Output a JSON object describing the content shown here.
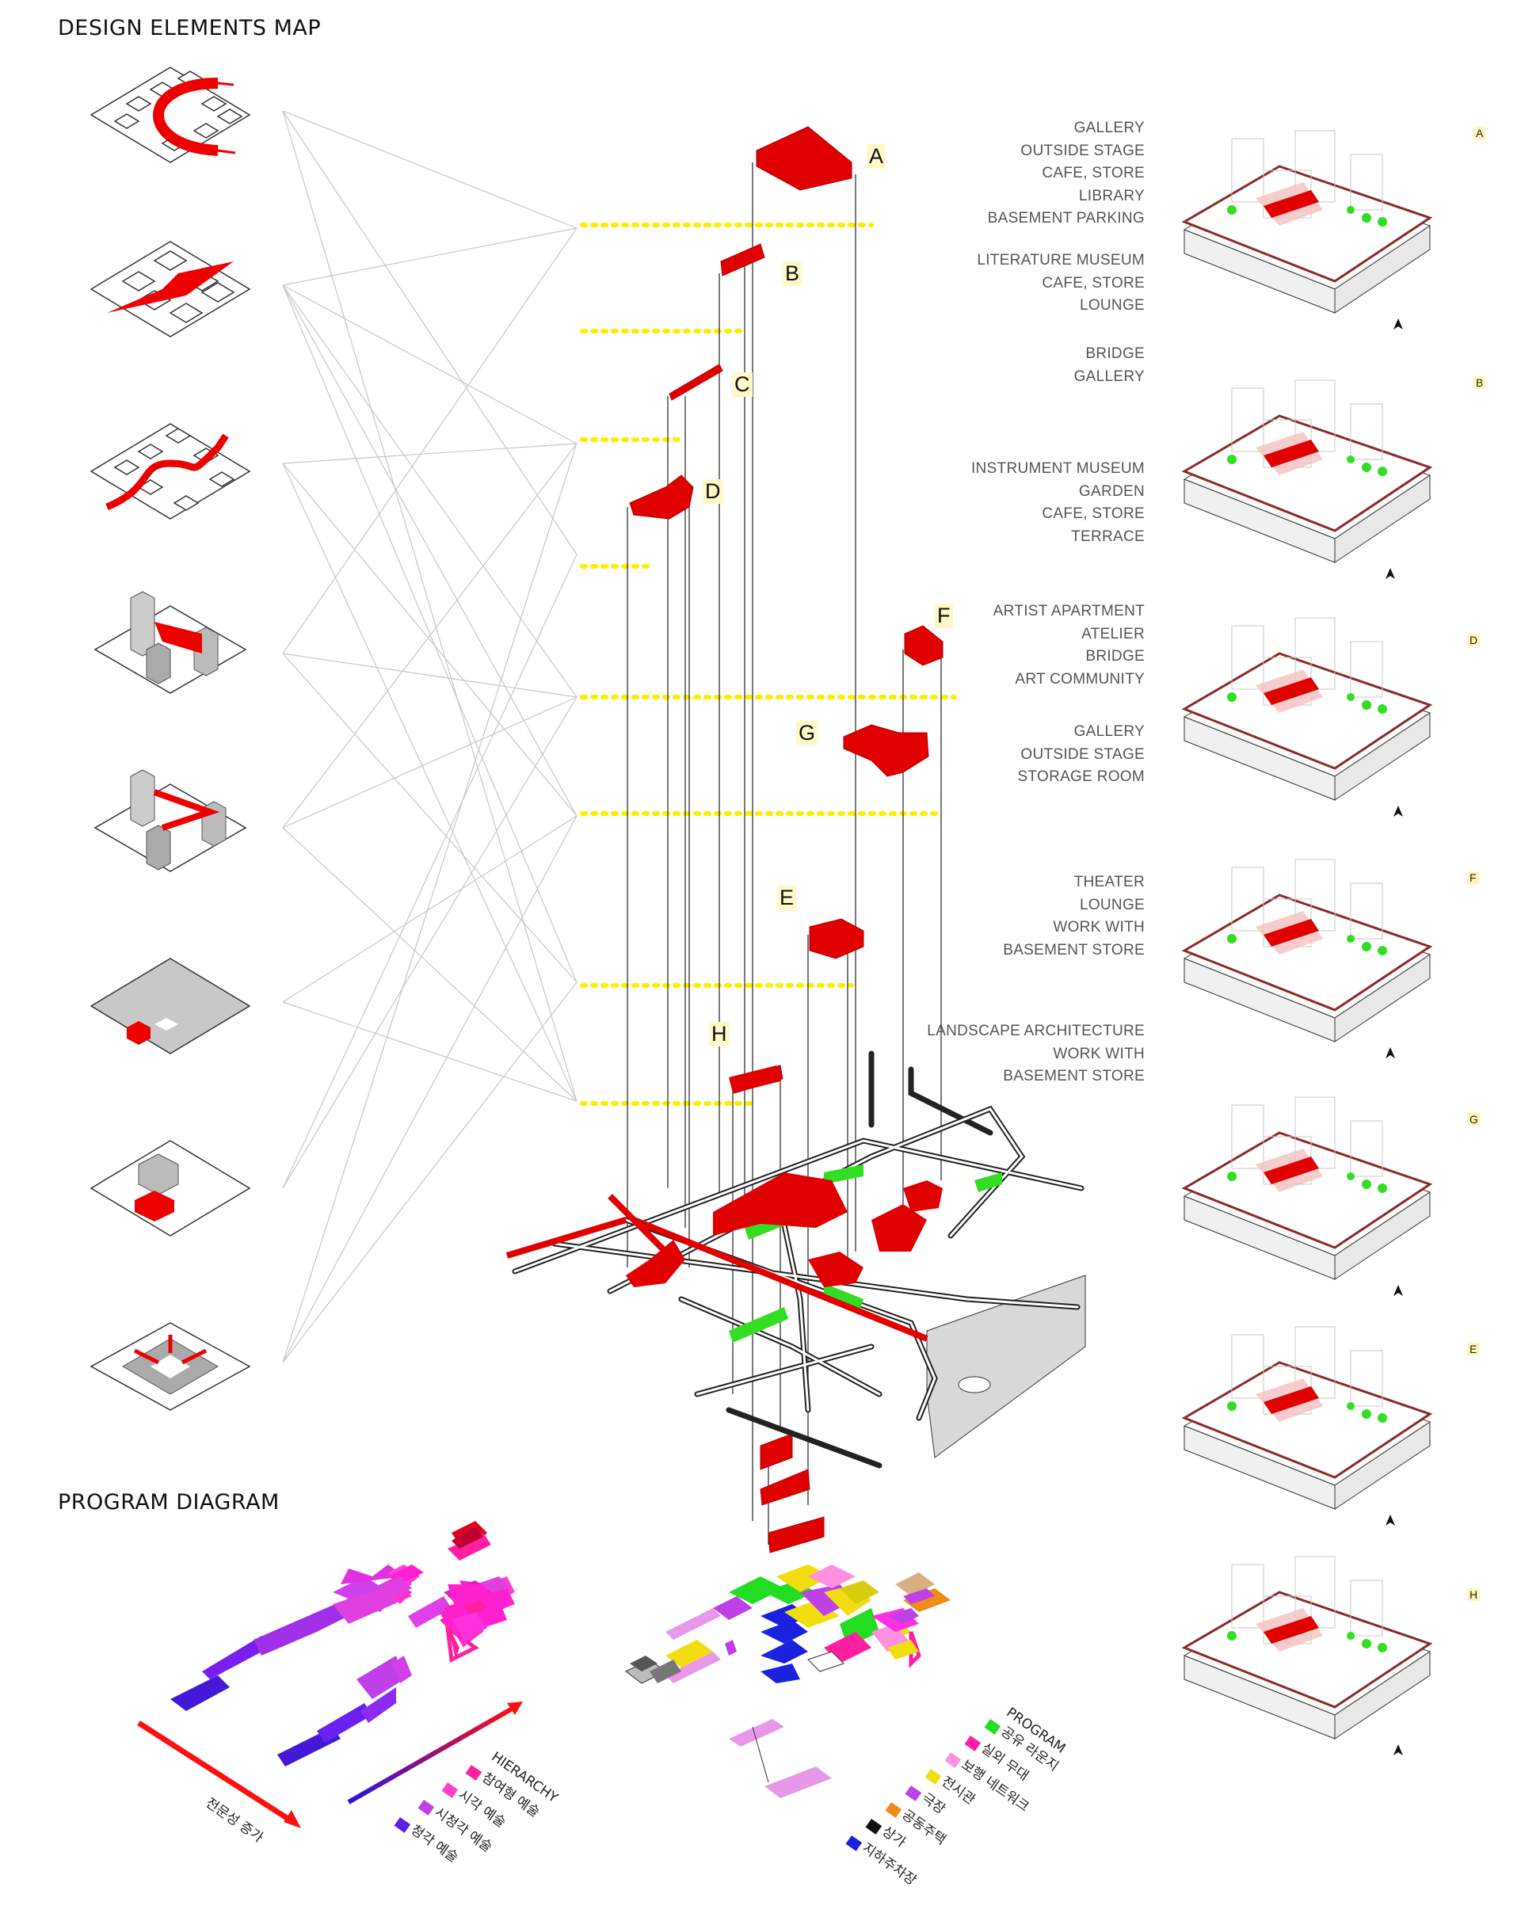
{
  "titles": {
    "design": "DESIGN ELEMENTS MAP",
    "program": "PROGRAM DIAGRAM"
  },
  "sites": [
    {
      "letter": "A",
      "programs": [
        "GALLERY",
        "OUTSIDE STAGE",
        "CAFE, STORE",
        "LIBRARY",
        "BASEMENT PARKING"
      ]
    },
    {
      "letter": "B",
      "programs": [
        "LITERATURE MUSEUM",
        "CAFE, STORE",
        "LOUNGE"
      ]
    },
    {
      "letter": "C",
      "programs": [
        "BRIDGE",
        "GALLERY"
      ]
    },
    {
      "letter": "D",
      "programs": [
        "INSTRUMENT MUSEUM",
        "GARDEN",
        "CAFE, STORE",
        "TERRACE"
      ]
    },
    {
      "letter": "E",
      "programs": [
        "ARTIST APARTMENT",
        "ATELIER",
        "BRIDGE",
        "ART COMMUNITY"
      ]
    },
    {
      "letter": "F",
      "programs": [
        "GALLERY",
        "OUTSIDE STAGE",
        "STORAGE ROOM"
      ]
    },
    {
      "letter": "G",
      "programs": [
        "THEATER",
        "LOUNGE",
        "WORK WITH",
        "BASEMENT STORE"
      ]
    },
    {
      "letter": "H",
      "programs": [
        "LANDSCAPE ARCHITECTURE",
        "WORK WITH",
        "BASEMENT STORE"
      ]
    }
  ],
  "site_cards": [
    "A",
    "B",
    "D",
    "F",
    "G",
    "E",
    "H"
  ],
  "hierarchy": {
    "title": "HIERARCHY",
    "items": [
      {
        "label": "참여형 예술",
        "color": "#ff1fa0"
      },
      {
        "label": "시각 예술",
        "color": "#ff3fd0"
      },
      {
        "label": "시청각 예술",
        "color": "#c040e8"
      },
      {
        "label": "청각 예술",
        "color": "#5a20e0"
      }
    ],
    "axis": "전문성 증가"
  },
  "program": {
    "title": "PROGRAM",
    "items": [
      {
        "label": "공유 라운지",
        "color": "#22dd22"
      },
      {
        "label": "실외 무대",
        "color": "#ff1fa0"
      },
      {
        "label": "보행 네트워크",
        "color": "#ff90e0"
      },
      {
        "label": "전시관",
        "color": "#f2dd10"
      },
      {
        "label": "극장",
        "color": "#c040e8"
      },
      {
        "label": "공동주택",
        "color": "#f08a18"
      },
      {
        "label": "상가",
        "color": "#111111"
      },
      {
        "label": "지하주차장",
        "color": "#1a22e0"
      }
    ]
  }
}
